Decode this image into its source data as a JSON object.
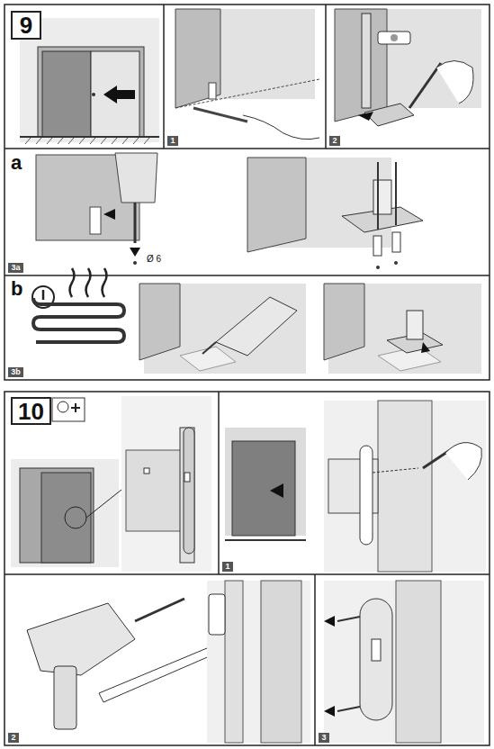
{
  "diagram": {
    "nodes": [
      {
        "text": [
          "9"
        ]
      },
      {
        "text": [
          "1"
        ]
      },
      {
        "text": [
          "2"
        ]
      },
      {
        "text": [
          "3a"
        ]
      },
      {
        "text": [
          "3b"
        ]
      },
      {
        "text": [
          "10"
        ]
      },
      {
        "text": [
          "1"
        ]
      },
      {
        "text": [
          "2"
        ]
      },
      {
        "text": [
          "3"
        ]
      }
    ],
    "labels": [
      "a",
      "b",
      "Ø 6"
    ]
  }
}
